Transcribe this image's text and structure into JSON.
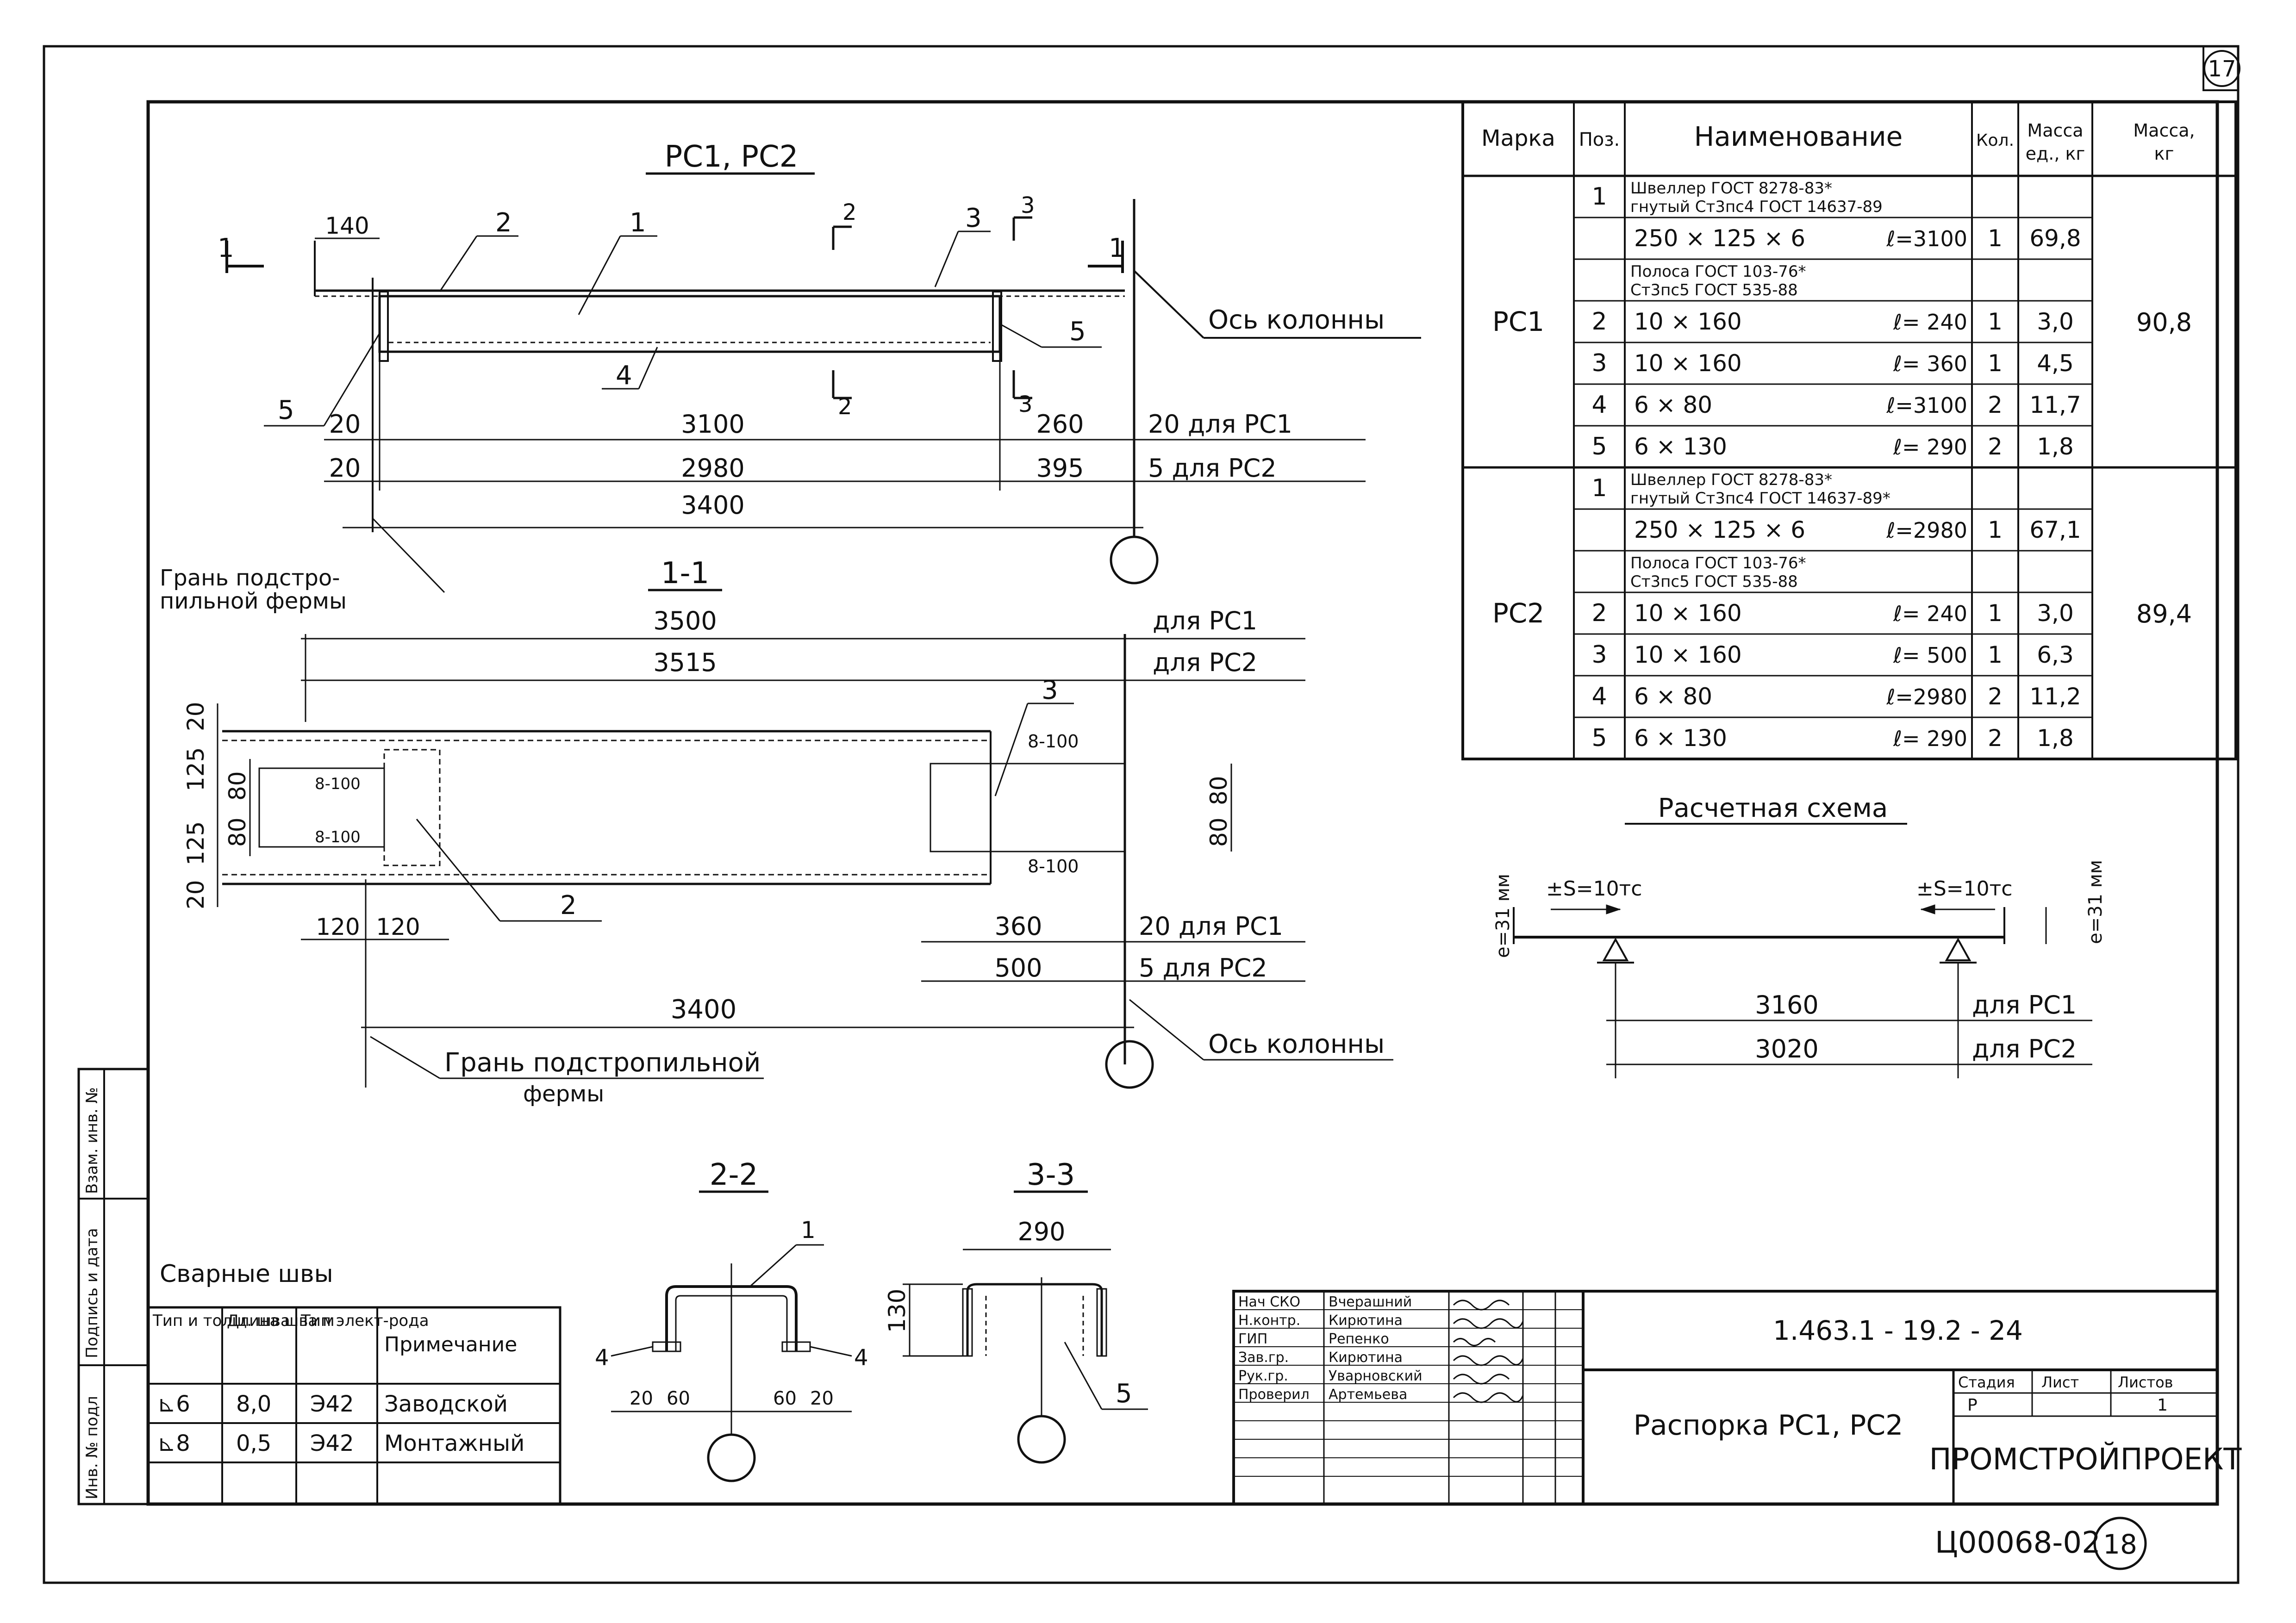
{
  "sheet": {
    "page_corner_no": "17",
    "drawing_code": "1.463.1 - 19.2 - 24",
    "title": "Распорка РС1, РС2",
    "organization": "ПРОМСТРОЙПРОЕКТ",
    "stage_header": "Стадия",
    "sheet_header": "Лист",
    "sheets_header": "Листов",
    "stage_value": "Р",
    "sheets_value": "1",
    "archive_code": "Ц00068-02",
    "archive_page": "18"
  },
  "signatures": {
    "rows": [
      {
        "role": "Нач СКО",
        "name": "Вчерашний"
      },
      {
        "role": "Н.контр.",
        "name": "Кирютина"
      },
      {
        "role": "ГИП",
        "name": "Репенко"
      },
      {
        "role": "Зав.гр.",
        "name": "Кирютина"
      },
      {
        "role": "Рук.гр.",
        "name": "Уварновский"
      },
      {
        "role": "Проверил",
        "name": "Артемьева"
      }
    ]
  },
  "side_stamp": {
    "inv_no": "Взам. инв. №",
    "sign_date": "Подпись и дата",
    "inv_podl": "Инв. № подл"
  },
  "spec_table": {
    "headers": [
      "Марка",
      "Поз.",
      "Наименование",
      "Кол.",
      "Масса ед., кг",
      "Масса, кг"
    ],
    "groups": [
      {
        "mark": "РС1",
        "total_mass": "90,8",
        "rows": [
          {
            "pos": "1",
            "name_top": "Швеллер  ГОСТ 8278-83*",
            "name_bottom": "гнутый   Ст3пс4 ГОСТ 14637-89",
            "length": "",
            "qty": "",
            "mass": ""
          },
          {
            "pos": "",
            "name_top": "250 × 125 × 6",
            "name_bottom": "",
            "length": "ℓ=3100",
            "qty": "1",
            "mass": "69,8"
          },
          {
            "pos": "",
            "name_top": "Полоса  ГОСТ 103-76*",
            "name_bottom": "Ст3пс5 ГОСТ 535-88",
            "length": "",
            "qty": "",
            "mass": ""
          },
          {
            "pos": "2",
            "name_top": "10 × 160",
            "name_bottom": "",
            "length": "ℓ= 240",
            "qty": "1",
            "mass": "3,0"
          },
          {
            "pos": "3",
            "name_top": "10 × 160",
            "name_bottom": "",
            "length": "ℓ= 360",
            "qty": "1",
            "mass": "4,5"
          },
          {
            "pos": "4",
            "name_top": "6 × 80",
            "name_bottom": "",
            "length": "ℓ=3100",
            "qty": "2",
            "mass": "11,7"
          },
          {
            "pos": "5",
            "name_top": "6 × 130",
            "name_bottom": "",
            "length": "ℓ= 290",
            "qty": "2",
            "mass": "1,8"
          }
        ]
      },
      {
        "mark": "РС2",
        "total_mass": "89,4",
        "rows": [
          {
            "pos": "1",
            "name_top": "Швеллер  ГОСТ 8278-83*",
            "name_bottom": "гнутый   Ст3пс4 ГОСТ 14637-89*",
            "length": "",
            "qty": "",
            "mass": ""
          },
          {
            "pos": "",
            "name_top": "250 × 125 × 6",
            "name_bottom": "",
            "length": "ℓ=2980",
            "qty": "1",
            "mass": "67,1"
          },
          {
            "pos": "",
            "name_top": "Полоса  ГОСТ 103-76*",
            "name_bottom": "Ст3пс5 ГОСТ 535-88",
            "length": "",
            "qty": "",
            "mass": ""
          },
          {
            "pos": "2",
            "name_top": "10 × 160",
            "name_bottom": "",
            "length": "ℓ= 240",
            "qty": "1",
            "mass": "3,0"
          },
          {
            "pos": "3",
            "name_top": "10 × 160",
            "name_bottom": "",
            "length": "ℓ= 500",
            "qty": "1",
            "mass": "6,3"
          },
          {
            "pos": "4",
            "name_top": "6 × 80",
            "name_bottom": "",
            "length": "ℓ=2980",
            "qty": "2",
            "mass": "11,2"
          },
          {
            "pos": "5",
            "name_top": "6 × 130",
            "name_bottom": "",
            "length": "ℓ= 290",
            "qty": "2",
            "mass": "1,8"
          }
        ]
      }
    ]
  },
  "welds": {
    "title": "Сварные швы",
    "headers": [
      "Тип и толщ. шва",
      "Длина шва м",
      "Тип элект-рода",
      "Примечание"
    ],
    "rows": [
      {
        "type": "⊾6",
        "length": "8,0",
        "electrode": "Э42",
        "note": "Заводской"
      },
      {
        "type": "⊾8",
        "length": "0,5",
        "electrode": "Э42",
        "note": "Монтажный"
      }
    ]
  },
  "view_top": {
    "title": "РС1, РС2",
    "section_mark": "1",
    "callouts": [
      "2",
      "1",
      "3",
      "4",
      "5",
      "5"
    ],
    "cut2": "2",
    "cut3": "3",
    "dim_140": "140",
    "dim_3100": "3100",
    "dim_2980": "2980",
    "dim_3400": "3400",
    "dim_260": "260",
    "dim_395": "395",
    "dim_20a": "20",
    "dim_20b": "20",
    "note_rs1": "20  для РС1",
    "note_rs2": "5  для РС2",
    "axis_label": "Ось колонны",
    "edge_label_1": "Грань подстро-",
    "edge_label_2": "пильной фермы"
  },
  "view_11": {
    "title": "1-1",
    "dim_3500": "3500",
    "dim_3515": "3515",
    "for_rs1": "для РС1",
    "for_rs2": "для РС2",
    "vert_dims": [
      "20",
      "125",
      "80",
      "80",
      "125",
      "20"
    ],
    "right_dims": [
      "80",
      "80"
    ],
    "weld_8_100": "8-100",
    "callout_3": "3",
    "callout_2": "2",
    "dim_120a": "120",
    "dim_120b": "120",
    "dim_360": "360",
    "dim_500": "500",
    "dim_3400": "3400",
    "note_rs1": "20  для РС1",
    "note_rs2": "5  для РС2",
    "edge_label_1": "Грань подстропильной",
    "edge_label_2": "фермы",
    "axis_label": "Ось колонны"
  },
  "section_22": {
    "title": "2-2",
    "callout_1": "1",
    "callout_4a": "4",
    "callout_4b": "4",
    "dims": [
      "20",
      "60",
      "60",
      "20"
    ]
  },
  "section_33": {
    "title": "3-3",
    "dim_290": "290",
    "dim_130": "130",
    "callout_5": "5"
  },
  "scheme": {
    "title": "Расчетная схема",
    "force_left": "±S=10тс",
    "force_right": "±S=10тс",
    "e_left": "e=31 мм",
    "e_right": "e=31 мм",
    "dim_3160": "3160",
    "dim_3020": "3020",
    "for_rs1": "для РС1",
    "for_rs2": "для РС2"
  }
}
